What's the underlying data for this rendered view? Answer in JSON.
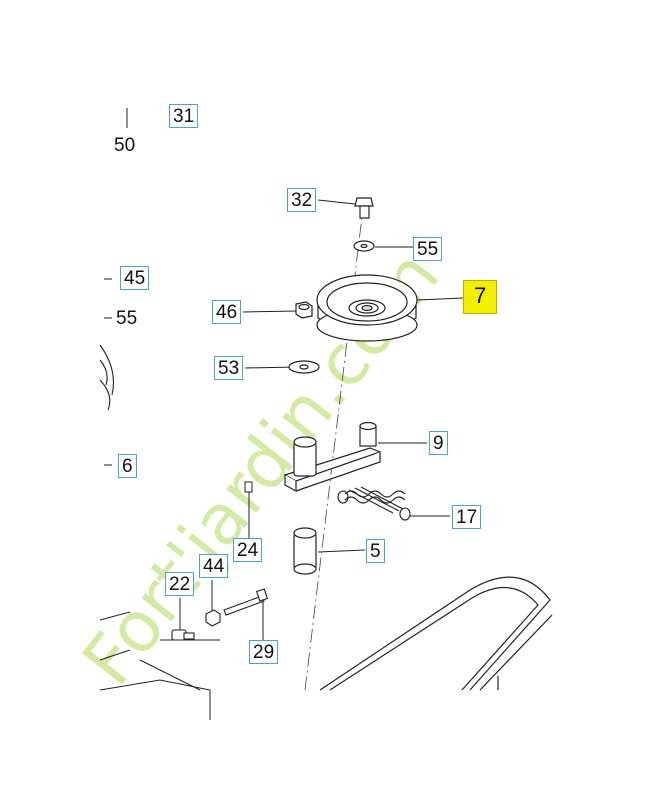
{
  "callouts": {
    "c31": "31",
    "c50": "50",
    "c32": "32",
    "c55a": "55",
    "c45": "45",
    "c55b": "55",
    "c7": "7",
    "c46": "46",
    "c53": "53",
    "c9": "9",
    "c6": "6",
    "c17": "17",
    "c24": "24",
    "c5": "5",
    "c44": "44",
    "c22": "22",
    "c29": "29"
  },
  "highlighted_part": "7",
  "watermark": {
    "text": "Fort'jardin.com",
    "colors": [
      "#c8e58a",
      "#f6b06a",
      "#c9bdaa"
    ]
  },
  "colors": {
    "callout_border": "#4aa3c8",
    "highlight": "#f3ef00",
    "line": "#222222"
  }
}
